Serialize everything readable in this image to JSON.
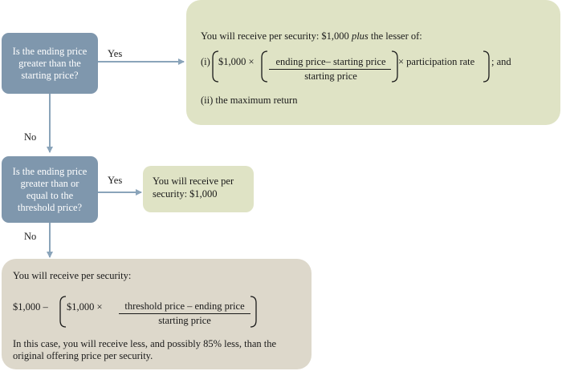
{
  "decisions": {
    "q1": "Is the ending price greater than the starting price?",
    "q2": "Is the ending price greater than or equal to the threshold price?"
  },
  "edges": {
    "q1_yes": "Yes",
    "q1_no": "No",
    "q2_yes": "Yes",
    "q2_no": "No"
  },
  "outcome_top": {
    "intro_prefix": "You will receive per security: $1,000",
    "intro_italic": "plus",
    "intro_suffix": "the lesser of:",
    "i_label": "(i)",
    "i_amount": "$1,000 ×",
    "i_numerator": "ending price– starting price",
    "i_denominator": "starting price",
    "i_times": "× participation rate",
    "i_end": "; and",
    "ii_text": "(ii) the maximum return"
  },
  "outcome_mid": {
    "text": "You will receive per security: $1,000"
  },
  "outcome_bottom": {
    "intro": "You will receive per security:",
    "amount_prefix": "$1,000 –",
    "amount_inner": "$1,000 ×",
    "numerator": "threshold price – ending price",
    "denominator": "starting price",
    "note": "In this case, you will receive less, and possibly 85% less, than the original offering price per security."
  },
  "colors": {
    "decision_fill": "#7f97ad",
    "outcome_green": "#dfe3c5",
    "outcome_gray": "#ddd8cb",
    "arrow": "#8aa4ba"
  }
}
